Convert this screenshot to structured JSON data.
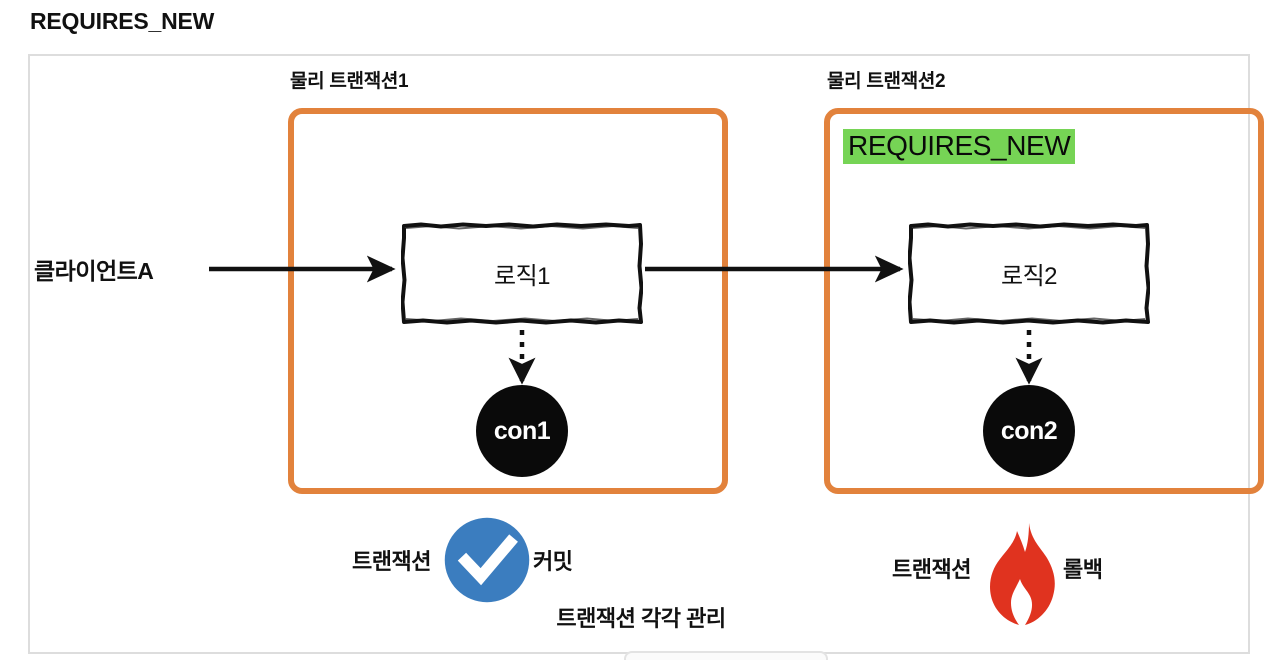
{
  "title": "REQUIRES_NEW",
  "diagram": {
    "transaction1": {
      "caption": "물리 트랜잭션1",
      "logic_label": "로직1",
      "connection_label": "con1",
      "status_label": "트랜잭션",
      "status_result": "커밋",
      "status_icon": "check-circle-icon"
    },
    "transaction2": {
      "caption": "물리 트랜잭션2",
      "propagation_badge": "REQUIRES_NEW",
      "logic_label": "로직2",
      "connection_label": "con2",
      "status_label": "트랜잭션",
      "status_result": "롤백",
      "status_icon": "flame-icon"
    },
    "client_label": "클라이언트A",
    "footer_caption": "트랜잭션 각각 관리"
  },
  "colors": {
    "transaction_border": "#e2823c",
    "propagation_highlight": "#76d455",
    "commit_blue": "#3b7dbf",
    "rollback_red": "#e0331f",
    "connection_fill": "#0a0a0a",
    "frame_border": "#dddddd",
    "text": "#111111"
  }
}
